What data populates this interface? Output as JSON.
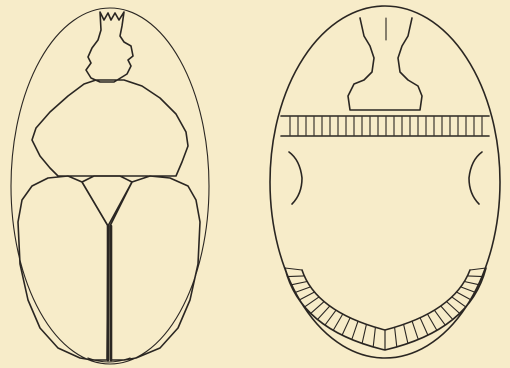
{
  "figure": {
    "panels": [
      {
        "id": "left",
        "subject": "beetle-dorsal-view",
        "labels": []
      },
      {
        "id": "right",
        "subject": "scarab-seal-outline",
        "labels": []
      }
    ],
    "colors": {
      "paper": "#f7ecc9",
      "ink": "#2a2622"
    }
  }
}
